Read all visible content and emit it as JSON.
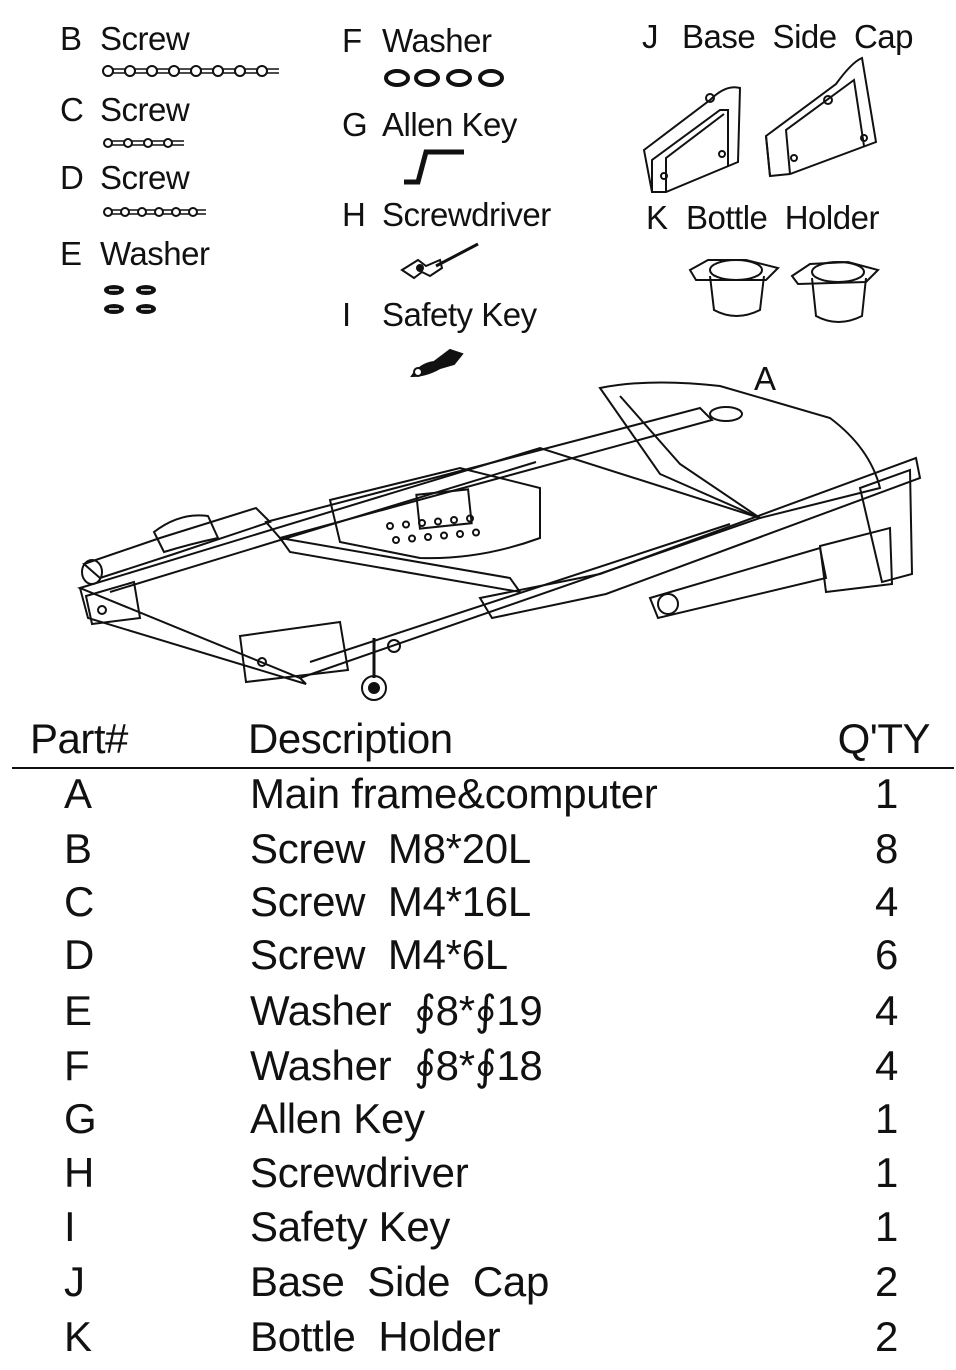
{
  "parts_legend": {
    "B": {
      "letter": "B",
      "name": "Screw"
    },
    "C": {
      "letter": "C",
      "name": "Screw"
    },
    "D": {
      "letter": "D",
      "name": "Screw"
    },
    "E": {
      "letter": "E",
      "name": "Washer"
    },
    "F": {
      "letter": "F",
      "name": "Washer"
    },
    "G": {
      "letter": "G",
      "name": "Allen Key"
    },
    "H": {
      "letter": "H",
      "name": "Screwdriver"
    },
    "I": {
      "letter": "I",
      "name": "Safety Key"
    },
    "J": {
      "letter": "J",
      "name": "Base  Side  Cap"
    },
    "K": {
      "letter": "K",
      "name": "Bottle  Holder"
    },
    "A": {
      "letter": "A"
    }
  },
  "table": {
    "headers": {
      "part": "Part#",
      "description": "Description",
      "qty": "Q'TY"
    },
    "rows": [
      {
        "part": "A",
        "description": "Main frame&computer",
        "qty": "1"
      },
      {
        "part": "B",
        "description": "Screw  M8*20L",
        "qty": "8"
      },
      {
        "part": "C",
        "description": "Screw  M4*16L",
        "qty": "4"
      },
      {
        "part": "D",
        "description": "Screw  M4*6L",
        "qty": "6"
      },
      {
        "part": "E",
        "description": "Washer  ∮8*∮19",
        "qty": "4"
      },
      {
        "part": "F",
        "description": "Washer  ∮8*∮18",
        "qty": "4"
      },
      {
        "part": "G",
        "description": "Allen Key",
        "qty": "1"
      },
      {
        "part": "H",
        "description": "Screwdriver",
        "qty": "1"
      },
      {
        "part": "I",
        "description": "Safety Key",
        "qty": "1"
      },
      {
        "part": "J",
        "description": "Base  Side  Cap",
        "qty": "2"
      },
      {
        "part": "K",
        "description": "Bottle  Holder",
        "qty": "2"
      }
    ]
  }
}
